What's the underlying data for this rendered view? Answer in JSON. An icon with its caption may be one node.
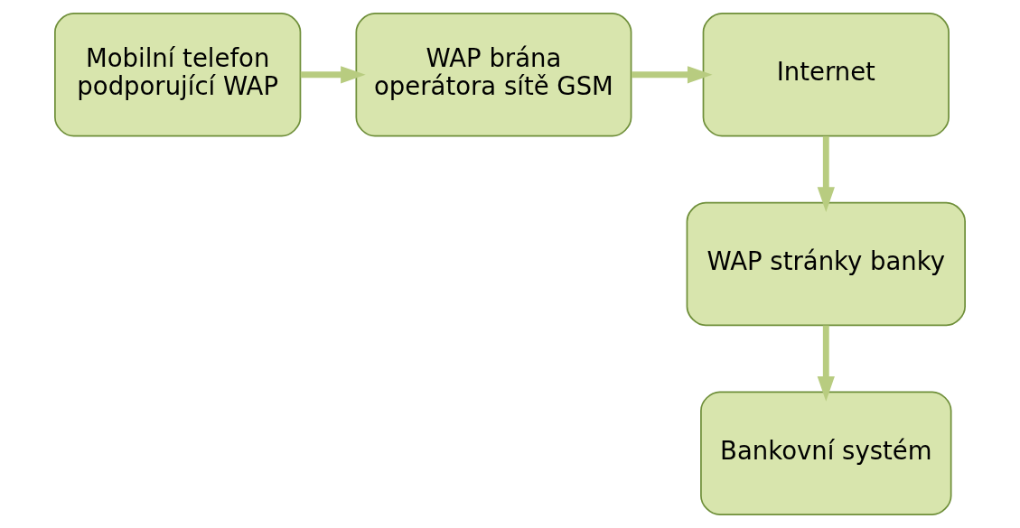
{
  "diagram": {
    "nodes": [
      {
        "text": [
          "Mobilní telefon podporující WAP"
        ]
      },
      {
        "text": [
          "WAP brána operátora sítě GSM"
        ]
      },
      {
        "text": [
          "Internet"
        ]
      },
      {
        "text": [
          "WAP stránky banky"
        ]
      },
      {
        "text": [
          "Bankovní systém"
        ]
      }
    ],
    "edges": [
      {
        "from": 0,
        "to": 1,
        "arrow": "to"
      },
      {
        "from": 1,
        "to": 2,
        "arrow": "to"
      },
      {
        "from": 2,
        "to": 3,
        "arrow": "to"
      },
      {
        "from": 3,
        "to": 4,
        "arrow": "to"
      }
    ]
  }
}
